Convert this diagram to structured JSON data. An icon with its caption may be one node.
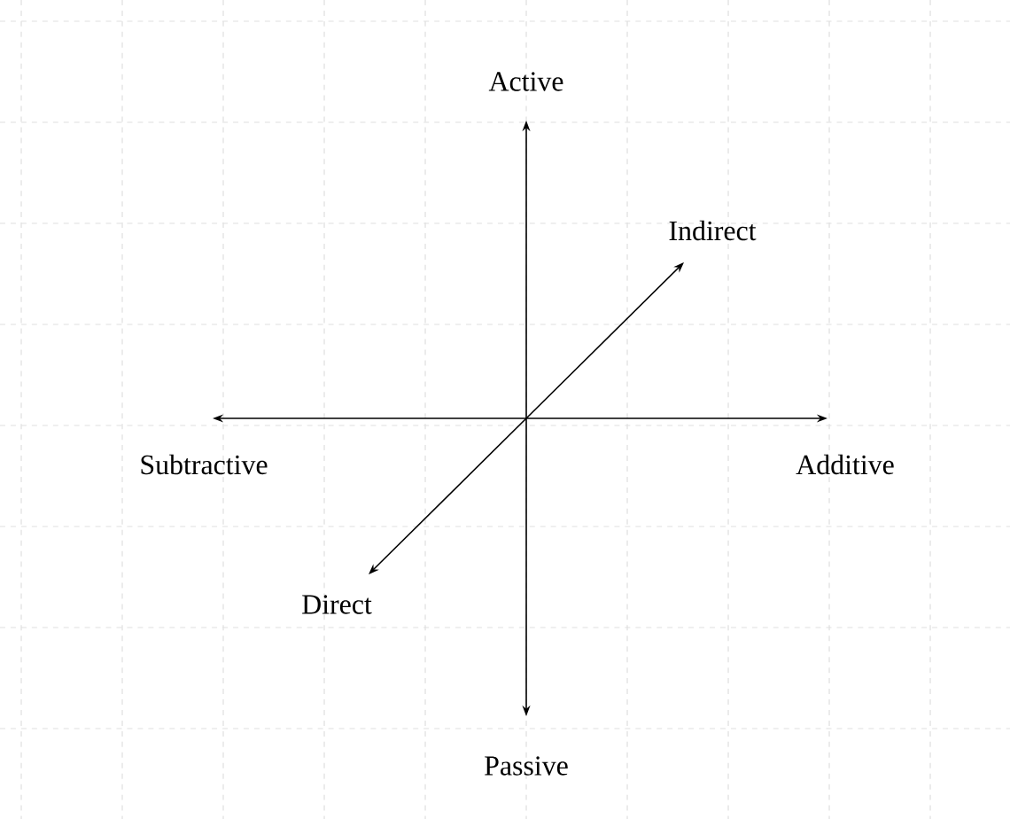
{
  "diagram": {
    "labels": [
      "Active",
      "Indirect",
      "Subtractive",
      "Additive",
      "Direct",
      "Passive"
    ]
  }
}
